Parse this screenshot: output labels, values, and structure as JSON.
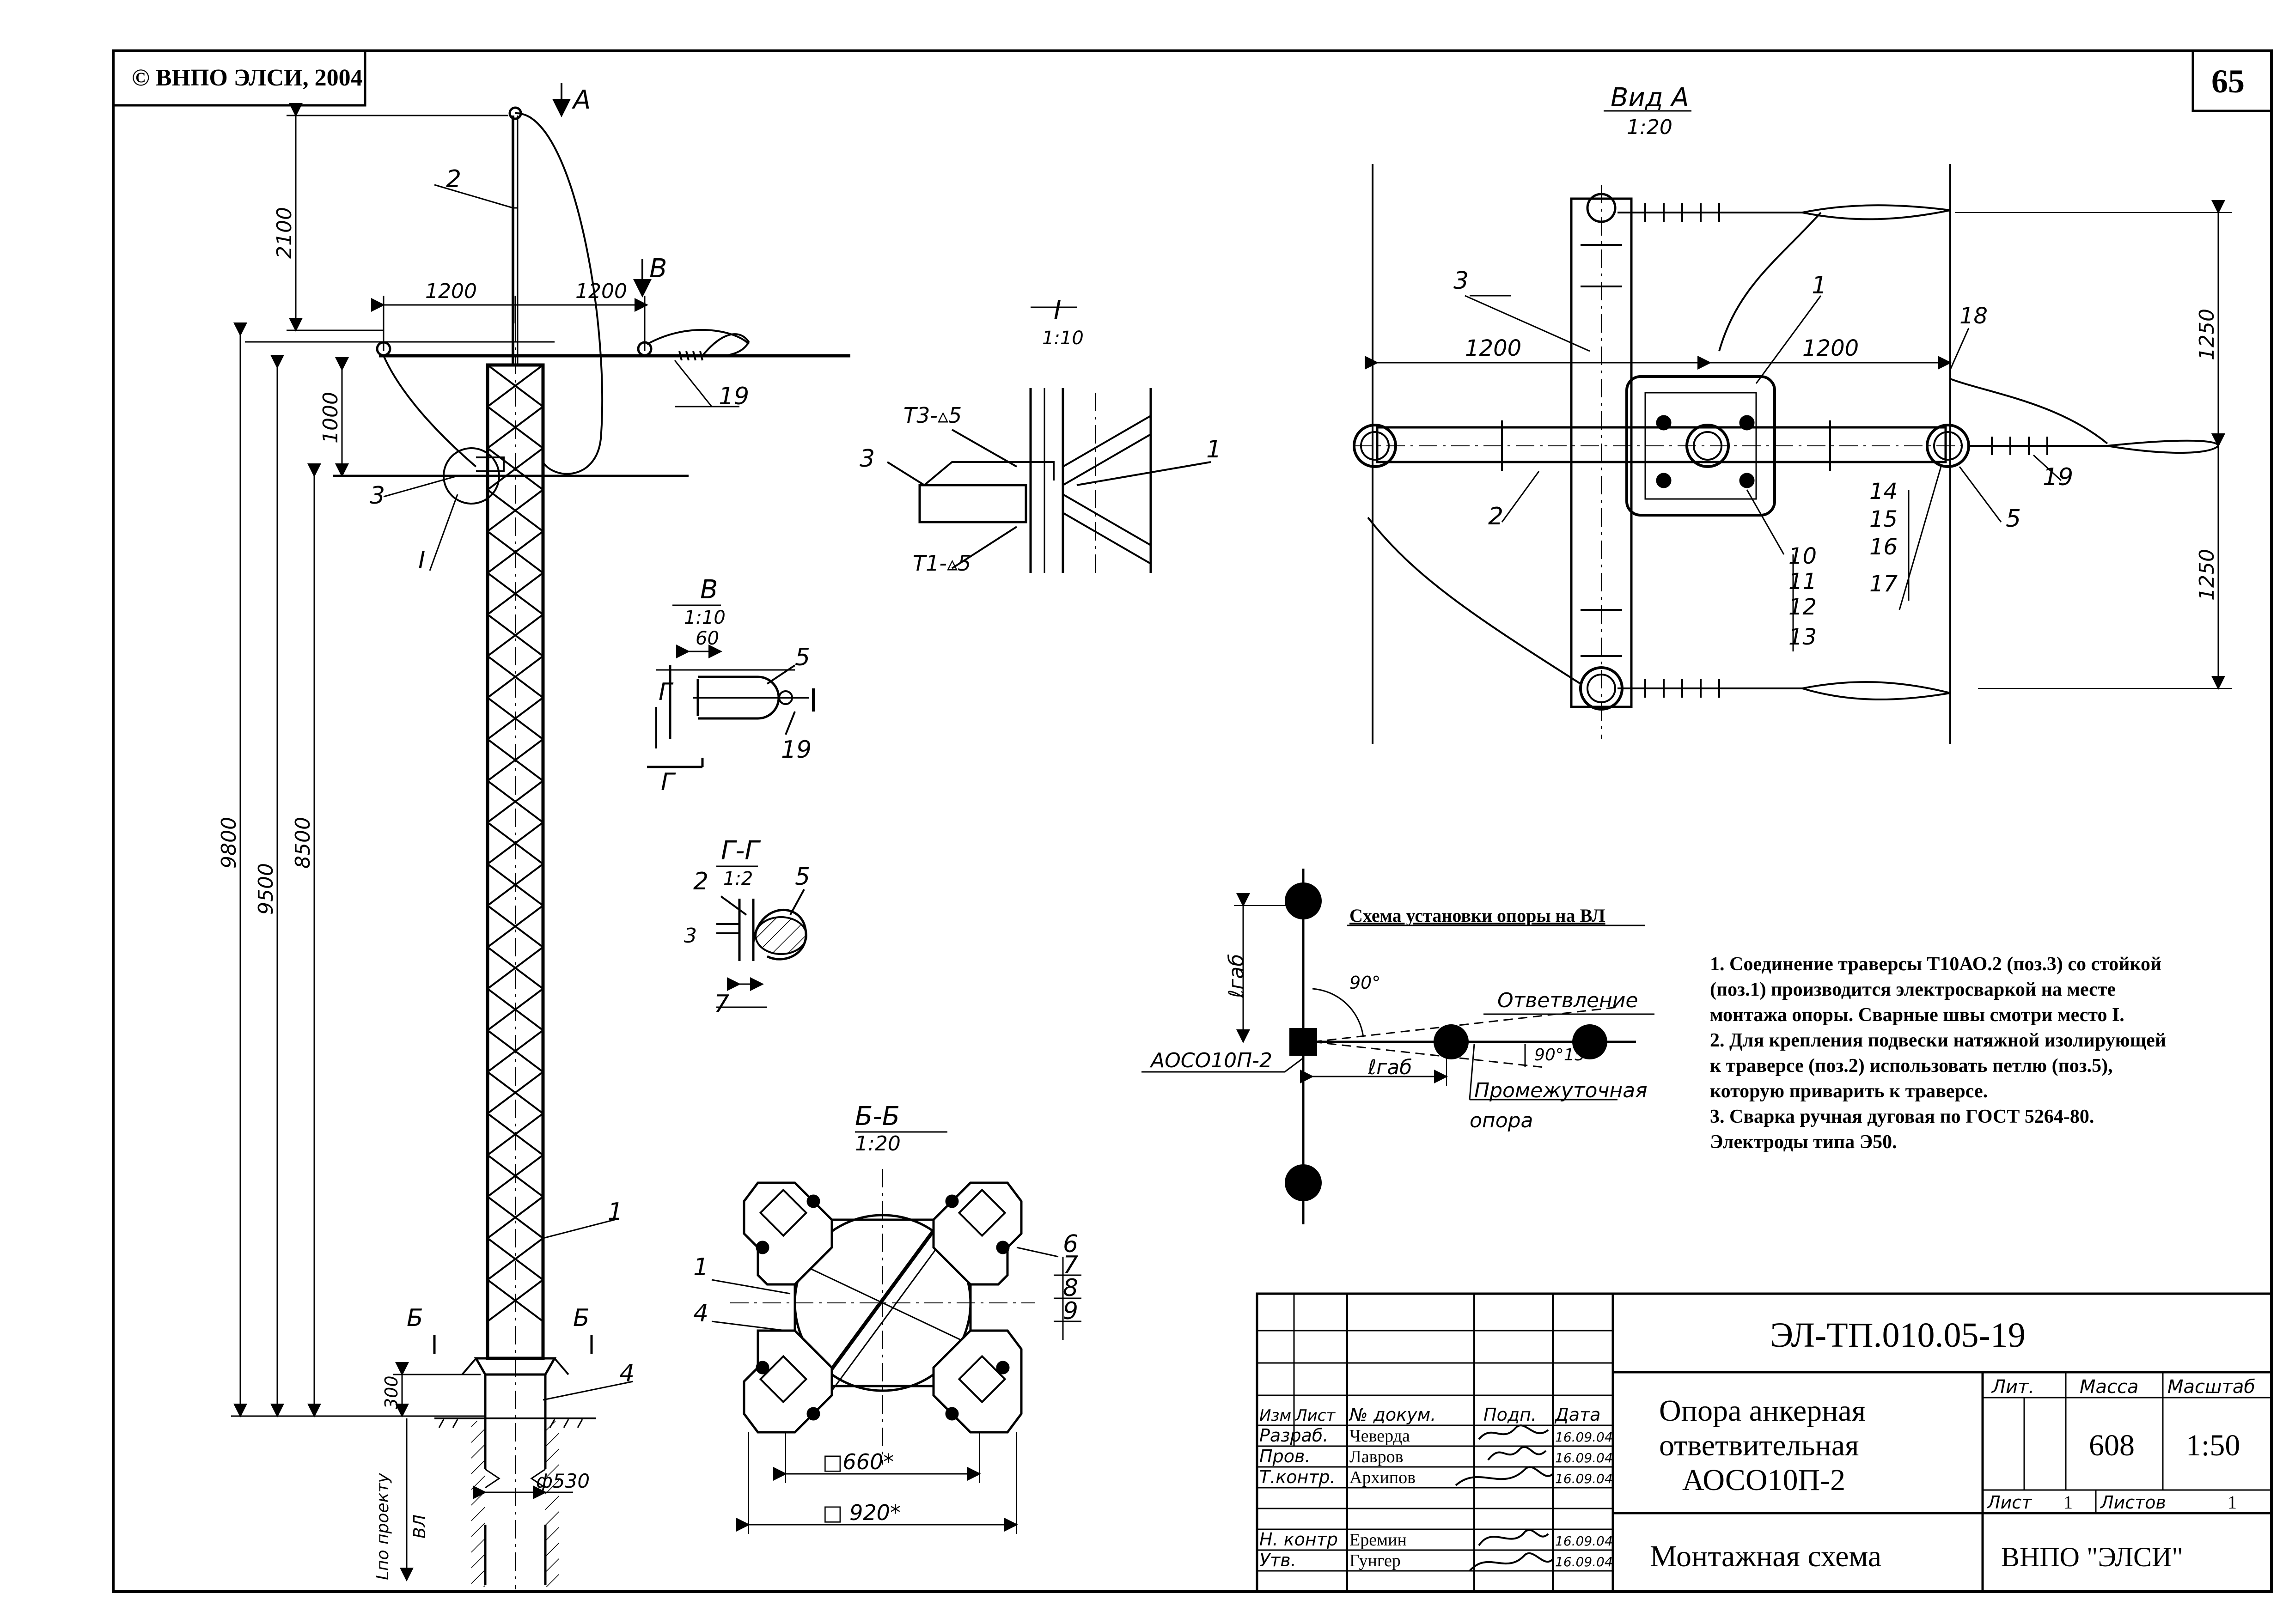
{
  "header": {
    "copyright": "© ВНПО ЭЛСИ, 2004",
    "sheet_number": "65"
  },
  "elevation": {
    "view_a_label": "А",
    "view_b_label": "В",
    "section_b_label": "Б",
    "dim_2100": "2100",
    "dim_1200_left": "1200",
    "dim_1200_right": "1200",
    "dim_1000": "1000",
    "dim_9800": "9800",
    "dim_9500": "9500",
    "dim_8500": "8500",
    "dim_300": "300",
    "dim_phi530": "ф530",
    "dim_lpo_proektu": "Lпо проекту",
    "dim_vl": "ВЛ",
    "callout_1": "1",
    "callout_2": "2",
    "callout_3": "3",
    "callout_4": "4",
    "callout_19": "19",
    "callout_I": "I"
  },
  "detail_I": {
    "title": "I",
    "scale": "1:10",
    "weld_top": "Т3-▵5",
    "weld_bottom": "Т1-▵5",
    "callout_3": "3",
    "callout_1": "1"
  },
  "detail_B": {
    "title": "В",
    "scale": "1:10",
    "dim_60": "60",
    "section_mark": "Г",
    "callout_5": "5",
    "callout_19": "19"
  },
  "detail_GG": {
    "title": "Г-Г",
    "scale": "1:2",
    "callout_2": "2",
    "callout_5": "5",
    "dim_3": "3",
    "dim_7": "7"
  },
  "section_BB": {
    "title": "Б-Б",
    "scale": "1:20",
    "dim_660": "□660*",
    "dim_920": "□ 920*",
    "callout_1": "1",
    "callout_4": "4",
    "callout_6": "6",
    "callout_7": "7",
    "callout_8": "8",
    "callout_9": "9"
  },
  "view_A": {
    "title": "Вид А",
    "scale": "1:20",
    "dim_1200_left": "1200",
    "dim_1200_right": "1200",
    "dim_1250_top": "1250",
    "dim_1250_bottom": "1250",
    "callout_1": "1",
    "callout_2": "2",
    "callout_3": "3",
    "callout_5": "5",
    "callout_18": "18",
    "callout_19": "19",
    "callouts_left_stack": [
      "10",
      "11",
      "12",
      "13"
    ],
    "callouts_right_stack": [
      "14",
      "15",
      "16",
      "17"
    ]
  },
  "scheme": {
    "title": "Схема установки опоры на ВЛ",
    "angle_90": "90°",
    "angle_range": "90°15°",
    "branch_label": "Ответвление",
    "support_label": "АОСО10П-2",
    "intermediate_label_1": "Промежуточная",
    "intermediate_label_2": "опора",
    "l_gab_vertical": "ℓгаб",
    "l_gab_horizontal": "ℓгаб"
  },
  "notes": {
    "lines": [
      "1. Соединение траверсы Т10АО.2 (поз.3) со стойкой",
      "(поз.1) производится электросваркой на месте",
      "монтажа опоры.  Сварные швы смотри место  I.",
      "2. Для крепления подвески натяжной изолирующей",
      "к траверсе (поз.2) использовать петлю (поз.5),",
      "которую приварить к траверсе.",
      "3. Сварка ручная дуговая по ГОСТ 5264-80.",
      "Электроды типа Э50."
    ]
  },
  "title_block": {
    "doc_code": "ЭЛ-ТП.010.05-19",
    "product_name_1": "Опора анкерная",
    "product_name_2": "ответвительная",
    "product_name_3": "АОСО10П-2",
    "sheet_title": "Монтажная схема",
    "organization": "ВНПО \"ЭЛСИ\"",
    "col_izm": "Изм",
    "col_list": "Лист",
    "col_doc": "№ докум.",
    "col_sign": "Подп.",
    "col_date": "Дата",
    "lit_header": "Лит.",
    "mass_header": "Масса",
    "scale_header": "Масштаб",
    "mass_value": "608",
    "scale_value": "1:50",
    "sheet_label": "Лист",
    "sheet_value": "1",
    "sheets_label": "Листов",
    "sheets_value": "1",
    "roles": [
      {
        "role": "Разраб.",
        "name": "Чеверда",
        "date": "16.09.04"
      },
      {
        "role": "Пров.",
        "name": "Лавров",
        "date": "16.09.04"
      },
      {
        "role": "Т.контр.",
        "name": "Архипов",
        "date": "16.09.04"
      },
      {
        "role": "Н. контр",
        "name": "Еремин",
        "date": "16.09.04"
      },
      {
        "role": "Утв.",
        "name": "Гунгер",
        "date": "16.09.04"
      }
    ]
  }
}
